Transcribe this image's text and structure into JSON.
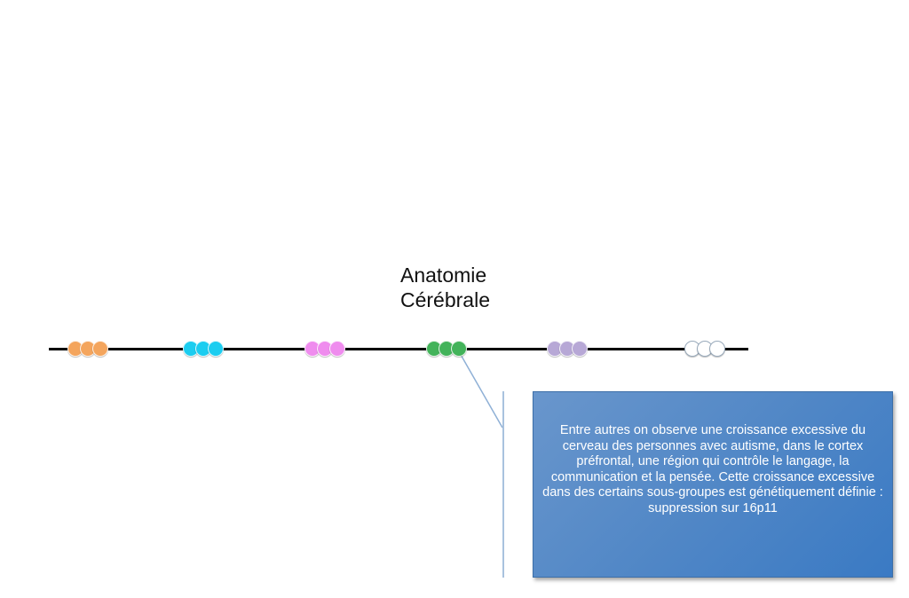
{
  "title": {
    "line1": "Anatomie",
    "line2": "Cérébrale"
  },
  "timeline": {
    "groups": [
      {
        "color": "#f4a55d",
        "count": 3
      },
      {
        "color": "#1ccdf0",
        "count": 3
      },
      {
        "color": "#ef8cee",
        "count": 3
      },
      {
        "color": "#43b35a",
        "count": 3
      },
      {
        "color": "#b7a8d6",
        "count": 3
      },
      {
        "color": "#ffffff",
        "count": 3
      }
    ]
  },
  "callout": {
    "text": "Entre autres on observe une croissance excessive du cerveau des personnes avec autisme, dans le cortex préfrontal, une région qui contrôle le langage, la communication et la pensée. Cette croissance excessive dans des certains sous-groupes est génétiquement définie : suppression sur 16p11",
    "color": "#4f86c6"
  }
}
